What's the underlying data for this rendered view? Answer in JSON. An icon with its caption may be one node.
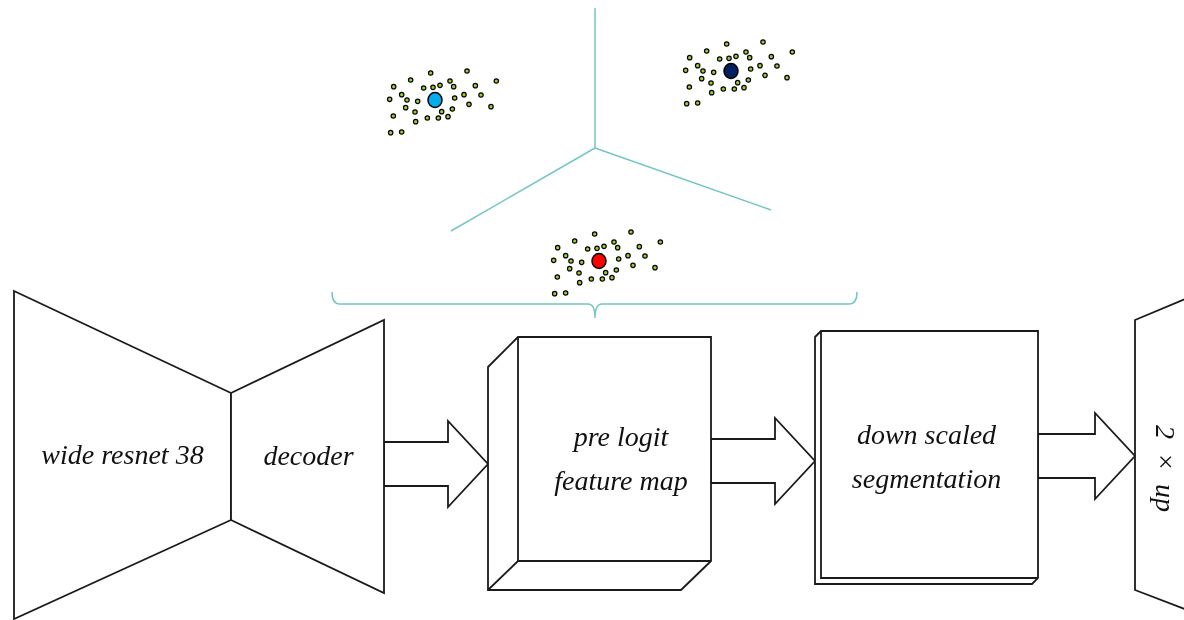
{
  "diagram": {
    "nodes": [
      {
        "text": [
          "wide resnet 38"
        ]
      },
      {
        "text": [
          "decoder"
        ]
      },
      {
        "text": [
          "pre logit feature map"
        ]
      },
      {
        "text": [
          "down scaled segmentation"
        ]
      },
      {
        "text": [
          "2 × up"
        ]
      }
    ],
    "edges": [
      {
        "from": 1,
        "to": 2,
        "arrow": "to"
      },
      {
        "from": 2,
        "to": 3,
        "arrow": "to"
      },
      {
        "from": 3,
        "to": 4,
        "arrow": "to"
      }
    ]
  }
}
